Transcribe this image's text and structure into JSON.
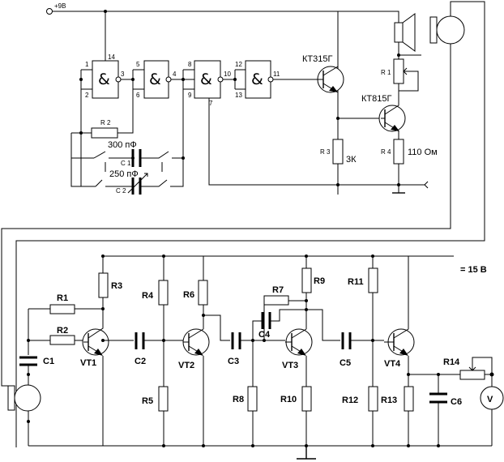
{
  "top": {
    "supply": "+9В",
    "gates": [
      {
        "symbol": "&",
        "pins": [
          "1",
          "2",
          "14",
          "3"
        ]
      },
      {
        "symbol": "&",
        "pins": [
          "5",
          "6",
          "4"
        ]
      },
      {
        "symbol": "&",
        "pins": [
          "8",
          "9",
          "7",
          "10"
        ]
      },
      {
        "symbol": "&",
        "pins": [
          "12",
          "13",
          "11"
        ]
      }
    ],
    "transistors": [
      "КТ315Г",
      "КТ815Г"
    ],
    "resistors": {
      "r1": "R 1",
      "r2": "R 2",
      "r3": "R 3",
      "r4": "R 4"
    },
    "r3_value": "3К",
    "r4_value": "110 Ом",
    "c1": {
      "value": "300 пФ",
      "label": "С 1"
    },
    "c2": {
      "value": "250 пФ",
      "label": "С 2"
    }
  },
  "bottom": {
    "supply": "= 15 В",
    "resistors": [
      "R1",
      "R2",
      "R3",
      "R4",
      "R5",
      "R6",
      "R7",
      "R8",
      "R9",
      "R10",
      "R11",
      "R12",
      "R13",
      "R14"
    ],
    "capacitors": [
      "C1",
      "C2",
      "C3",
      "C4",
      "C5",
      "C6"
    ],
    "transistors": [
      "VT1",
      "VT2",
      "VT3",
      "VT4"
    ],
    "meter": "V"
  }
}
